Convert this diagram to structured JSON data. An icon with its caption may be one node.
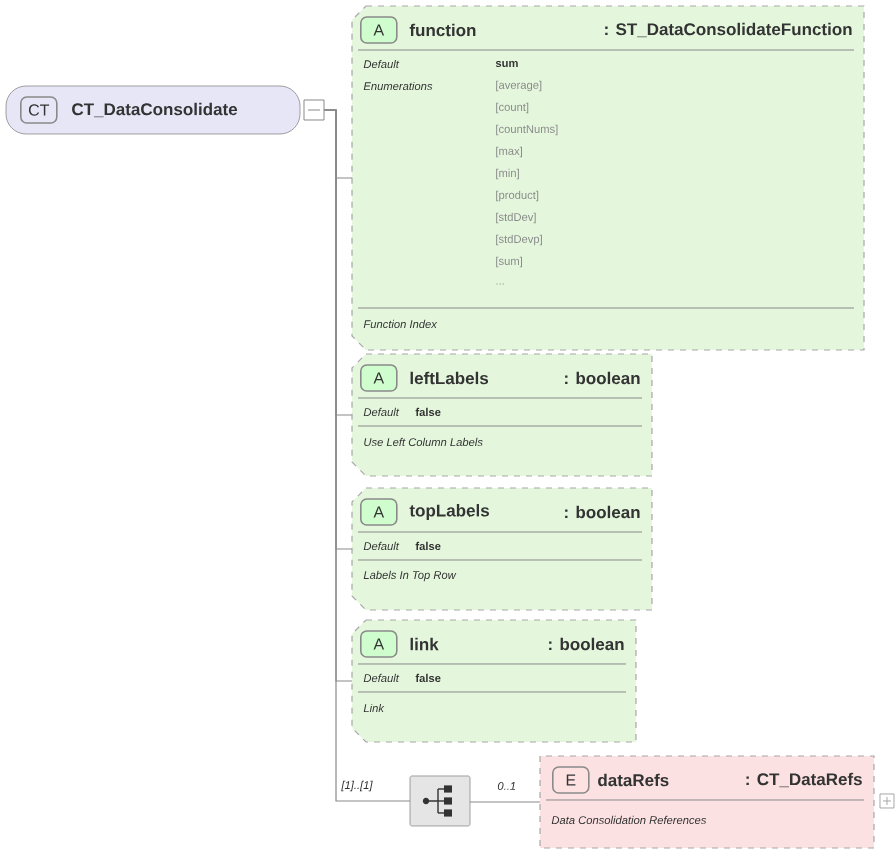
{
  "diagram": {
    "nodes": [
      {
        "text": [
          "CT",
          "CT_DataConsolidate"
        ]
      },
      {
        "text": [
          "A",
          "function",
          ": ST_DataConsolidateFunction",
          "Default",
          "sum",
          "Enumerations",
          "[average]",
          "[count]",
          "[countNums]",
          "[max]",
          "[min]",
          "[product]",
          "[stdDev]",
          "[stdDevp]",
          "[sum]",
          "...",
          "Function Index"
        ]
      },
      {
        "text": [
          "A",
          "leftLabels",
          ": boolean",
          "Default",
          "false",
          "Use Left Column Labels"
        ]
      },
      {
        "text": [
          "A",
          "topLabels",
          ": boolean",
          "Default",
          "false",
          "Labels In Top Row"
        ]
      },
      {
        "text": [
          "A",
          "link",
          ": boolean",
          "Default",
          "false",
          "Link"
        ]
      },
      {
        "text": [],
        "shape": "box"
      },
      {
        "text": [
          "E",
          "dataRefs",
          ": CT_DataRefs",
          "Data Consolidation References"
        ]
      }
    ],
    "edges": [
      {
        "from": 0,
        "to": 1,
        "arrow": "none"
      },
      {
        "from": 0,
        "to": 2,
        "arrow": "none"
      },
      {
        "from": 0,
        "to": 3,
        "arrow": "none"
      },
      {
        "from": 0,
        "to": 4,
        "arrow": "none"
      },
      {
        "from": 0,
        "to": 5,
        "arrow": "none",
        "label": "[1]..[1]"
      },
      {
        "from": 5,
        "to": 6,
        "arrow": "none",
        "label": "0..1"
      }
    ]
  }
}
